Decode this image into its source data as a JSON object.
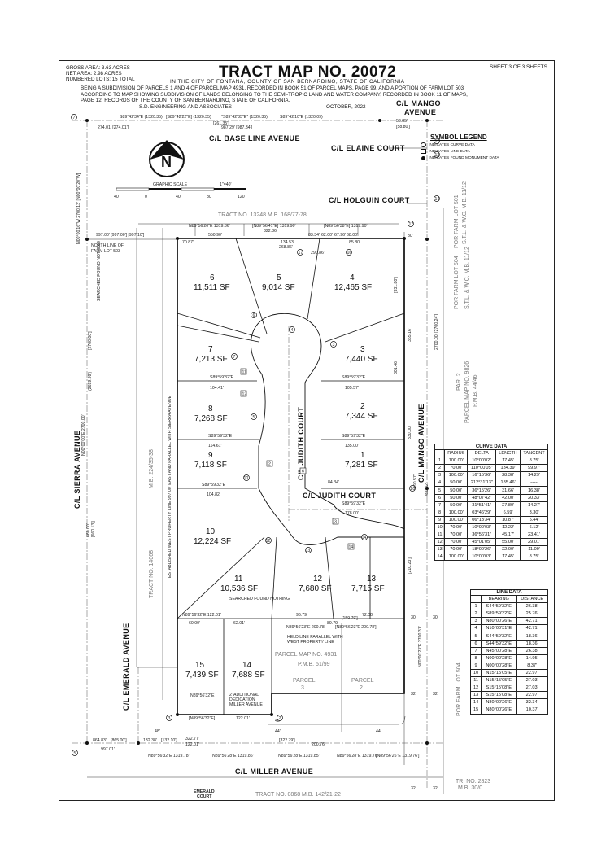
{
  "header": {
    "gross_area": "GROSS AREA:  3.63 ACRES",
    "net_area": "NET AREA:  2.98 ACRES",
    "numbered_lots": "NUMBERED LOTS: 15 TOTAL",
    "title": "TRACT MAP NO. 20072",
    "subtitle": "IN THE CITY OF FONTANA, COUNTY OF SAN BERNARDINO, STATE OF CALIFORNIA",
    "sheet": "SHEET 3 OF 3 SHEETS",
    "description": [
      "BEING A SUBDIVISION OF PARCELS 1 AND 4 OF PARCEL MAP 4931, RECORDED IN BOOK 51 OF PARCEL MAPS, PAGE 99, AND A PORTION OF FARM LOT 503",
      "ACCORDING TO MAP SHOWING SUBDIVISION OF LANDS BELONGING TO THE SEMI-TROPIC LAND AND WATER COMPANY, RECORDED IN BOOK 11 OF MAPS,",
      "PAGE 12, RECORDS OF THE COUNTY OF SAN BERNARDINO, STATE OF CALIFORNIA."
    ],
    "engineer": "S.D. ENGINEERING AND ASSOCIATES",
    "date": "OCTOBER, 2022"
  },
  "streets": {
    "base_line": "C/L BASE LINE AVENUE",
    "mango_top": "C/L MANGO",
    "mango_top2": "AVENUE",
    "elaine": "C/L ELAINE COURT",
    "holguin": "C/L HOLGUIN COURT",
    "sierra": "C/L SIERRA AVENUE",
    "emerald": "C/L EMERALD AVENUE",
    "mango_side": "C/L MANGO AVENUE",
    "judith_v": "C/L JUDITH COURT",
    "judith_h": "C/L JUDITH COURT",
    "miller": "C/L MILLER AVENUE",
    "emerald_court": "EMERALD",
    "emerald_court2": "COURT"
  },
  "scale": {
    "label": "GRAPHIC SCALE",
    "ratio": "1\"=40'",
    "ticks": [
      "40",
      "0",
      "40",
      "80",
      "120"
    ]
  },
  "legend": {
    "title": "SYMBOL LEGEND",
    "items": [
      {
        "symbol": "circle",
        "text": "INDICATES CURVE DATA"
      },
      {
        "symbol": "square",
        "text": "INDICATES LINE DATA"
      },
      {
        "symbol": "dot",
        "text": "INDICATES FOUND MONUMENT DATA"
      }
    ]
  },
  "lots": [
    {
      "no": "6",
      "area": "11,511 SF"
    },
    {
      "no": "5",
      "area": "9,014 SF"
    },
    {
      "no": "4",
      "area": "12,465 SF"
    },
    {
      "no": "7",
      "area": "7,213 SF"
    },
    {
      "no": "3",
      "area": "7,440 SF"
    },
    {
      "no": "8",
      "area": "7,268 SF"
    },
    {
      "no": "2",
      "area": "7,344 SF"
    },
    {
      "no": "9",
      "area": "7,118 SF"
    },
    {
      "no": "1",
      "area": "7,281 SF"
    },
    {
      "no": "10",
      "area": "12,224 SF"
    },
    {
      "no": "11",
      "area": "10,536 SF"
    },
    {
      "no": "12",
      "area": "7,680 SF"
    },
    {
      "no": "13",
      "area": "7,715 SF"
    },
    {
      "no": "15",
      "area": "7,439 SF"
    },
    {
      "no": "14",
      "area": "7,688 SF"
    }
  ],
  "references": {
    "tract_top": "TRACT NO. 13248    M.B. 168/77-78",
    "tract_left": "TRACT NO. 14068",
    "mb_left": "M.B. 224/35-38",
    "parcel_map": "PARCEL MAP NO. 4931",
    "pmb": "P.M.B. 51/99",
    "parcel3": "PARCEL",
    "parcel3n": "3",
    "parcel2": "PARCEL",
    "parcel2n": "2",
    "tract_bottom": "TRACT NO. 0868    M.B. 142/21-22",
    "tr_br": "TR. NO. 2823",
    "mb_br": "M.B. 30/0",
    "por_farm_501": "POR FARM LOT 501",
    "stw_1912": "S.T.L. & W.C. M.B. 11/12",
    "por_farm_504": "POR FARM LOT 504",
    "stw_1912b": "S.T.L. & W.C. M.B. 11/12",
    "por_farm_504b": "POR FARM LOT 504",
    "par2": "PAR. 2",
    "parcel_map_9826": "PARCEL MAP NO. 9826",
    "pmb_4446": "P.M.B. 44/46",
    "north_line": "NORTH LINE OF",
    "farm_lot_503": "FARM LOT 503",
    "searched_found_nothing": "SEARCHED FOUND NOTHING",
    "dedication1": "2' ADDITIONAL",
    "dedication2": "DEDICATION",
    "dedication3": "MILLER AVENUE",
    "held_line1": "HELD LINE PARALLEL WITH",
    "held_line2": "WEST PROPERTY LINE",
    "established_w": "ESTABLISHED WEST PROPERTY LINE 997.00' EAST AND PARALLEL WITH SIERRA AVENUE"
  },
  "dims": {
    "top_brg": "S89°42'34\"E (1320.35)",
    "top_brg2": "[S89°42'22\"E] (1320.35)",
    "top_brg3": "*S89°42'35\"E* (1320.35)",
    "top_brg4": "S89°42'10\"E (1320.09)",
    "d274": "274.01'  [274.01']",
    "d987": "987.29'    [987.34']",
    "d261": "[261.35']",
    "d5885": "58.85'",
    "d5880": "[58.80']",
    "n_line": "N89°56'20\"E  1319.86'",
    "n_line2": "[N89°56'41\"E] 1319.90'",
    "n_line3": "[N89°56'38\"E] 1319.90'",
    "d997a": "997.00'   [997.00']   [997.10']",
    "d7087": "70.87'",
    "d55090": "550.90'",
    "d32286": "322.86'",
    "d13453": "134.53'",
    "d26888": "268.86'",
    "d8334": "83.34'",
    "d6200": "62.00'",
    "d6796": "67.96'",
    "d6800": "68.00'",
    "d8580": "85.80'",
    "d29086": "290.86'",
    "s89_1": "S89°59'32\"E",
    "s89_2": "S89°59'32\"E",
    "s89_3": "S89°59'32\"E",
    "s89_4": "S89°59'32\"E",
    "s89_5": "S89°59'32\"E",
    "s89_6": "S89°59'32\"E",
    "d10441": "104.41'",
    "d10557": "105.57'",
    "d11461": "114.61'",
    "d13500": "135.00'",
    "d10482": "104.82'",
    "d17800": "178.00'",
    "d8434": "84.34'",
    "b_brg1": "N89°56'32\"E  122.01'",
    "b_brg2": "N89°56'32\"E",
    "d6000": "60.00'",
    "d6201": "62.01'",
    "d9679": "96.79'",
    "d8979": "89.79'",
    "d7200": "72.00'",
    "d15879": "[159.79']",
    "held_brg": "N89°56'23\"E  200.78'",
    "held_brg2": "[N89°56'23\"E  200.78']",
    "d12201": "122.01'",
    "d2": "[N89°56'32\"E]",
    "d322": "322.77'",
    "d322b": "122.01'",
    "d32279": "[322.79']",
    "d20076": "200.76'",
    "bot1": "N89°56'32\"E  1319.78'",
    "bot2": "N89°56'28\"E  1319.86'",
    "bot3": "N89°56'28\"E  1319.85'",
    "bot4": "N89°56'28\"E  1319.76'",
    "bot5": "[N89°56'26\"E  1319.76']",
    "d864": "864.83'",
    "d865": "[865.00']",
    "d13238": "132.38'",
    "d13210": "[132.10']",
    "d99701": "997.01'",
    "west_r": "N00°00'00\"E   2700.00'",
    "west_r2": "[2700.00']",
    "west_r3": "(2699.99')",
    "left_vdim": "N00°00'16\"W  2700.13'  [N00°00'20\"W]",
    "left_660": "660.00'",
    "left_66013": "[660.13']",
    "mango_e": "N00°00'23\"E  2700.31'",
    "right_vdim": "2700.00'  [2700.24']",
    "d33000": "330.00'",
    "d35516": "355.16'",
    "d30146": "301.46'",
    "d33180": "[331.80']",
    "d49057": "490.57'",
    "d49032": "490.32'",
    "d21023": "[210.23']",
    "d30": "30'",
    "d32": "32'",
    "d44": "44'",
    "d48": "48'"
  },
  "curve_table": {
    "title": "CURVE DATA",
    "headers": [
      "",
      "RADIUS",
      "DELTA",
      "LENGTH",
      "TANGENT"
    ],
    "rows": [
      [
        "1",
        "100.00'",
        "10°00'02\"",
        "17.45'",
        "8.75'"
      ],
      [
        "2",
        "70.00'",
        "110°00'05\"",
        "134.39'",
        "99.97'"
      ],
      [
        "3",
        "100.00'",
        "16°15'36\"",
        "28.38'",
        "14.29'"
      ],
      [
        "4",
        "50.00'",
        "212°31'13\"",
        "185.46'",
        "------"
      ],
      [
        "5",
        "50.00'",
        "36°15'26\"",
        "31.66'",
        "16.38'"
      ],
      [
        "6",
        "50.00'",
        "48°07'42\"",
        "42.00'",
        "20.33'"
      ],
      [
        "7",
        "50.00'",
        "31°51'41\"",
        "27.80'",
        "14.27'"
      ],
      [
        "8",
        "100.00'",
        "03°46'29\"",
        "6.59'",
        "3.30'"
      ],
      [
        "9",
        "100.00'",
        "06°13'34\"",
        "10.87'",
        "5.44'"
      ],
      [
        "10",
        "70.00'",
        "10°00'03\"",
        "12.22'",
        "6.12'"
      ],
      [
        "11",
        "70.00'",
        "36°56'31\"",
        "45.17'",
        "23.41'"
      ],
      [
        "12",
        "70.00'",
        "45°01'05\"",
        "55.00'",
        "29.01'"
      ],
      [
        "13",
        "70.00'",
        "18°00'26\"",
        "22.00'",
        "11.09'"
      ],
      [
        "14",
        "100.00'",
        "10°00'03\"",
        "17.45'",
        "8.75'"
      ]
    ]
  },
  "line_table": {
    "title": "LINE DATA",
    "headers": [
      "",
      "BEARING",
      "DISTANCE"
    ],
    "rows": [
      [
        "1",
        "S44°59'32\"E",
        "26.38'"
      ],
      [
        "2",
        "S89°59'32\"E",
        "25.76'"
      ],
      [
        "3",
        "N80°00'26\"E",
        "42.71'"
      ],
      [
        "4",
        "N10°00'31\"E",
        "42.71'"
      ],
      [
        "5",
        "S44°59'32\"E",
        "18.36'"
      ],
      [
        "6",
        "S44°59'32\"E",
        "18.36'"
      ],
      [
        "7",
        "N45°00'28\"E",
        "26.38'"
      ],
      [
        "8",
        "N00°00'28\"E",
        "14.95'"
      ],
      [
        "9",
        "N00°00'28\"E",
        "8.37'"
      ],
      [
        "10",
        "N15°15'05\"E",
        "22.97'"
      ],
      [
        "11",
        "N15°15'05\"E",
        "27.03'"
      ],
      [
        "12",
        "S15°15'08\"E",
        "27.03'"
      ],
      [
        "13",
        "S15°15'08\"E",
        "22.97'"
      ],
      [
        "14",
        "N80°00'26\"E",
        "32.34'"
      ],
      [
        "15",
        "N80°00'26\"E",
        "10.37'"
      ]
    ]
  },
  "monuments": [
    "1",
    "2",
    "3",
    "4",
    "5",
    "6",
    "7",
    "8",
    "9",
    "10",
    "11",
    "12",
    "13",
    "14",
    "15",
    "16",
    "17",
    "18",
    "19",
    "20"
  ]
}
